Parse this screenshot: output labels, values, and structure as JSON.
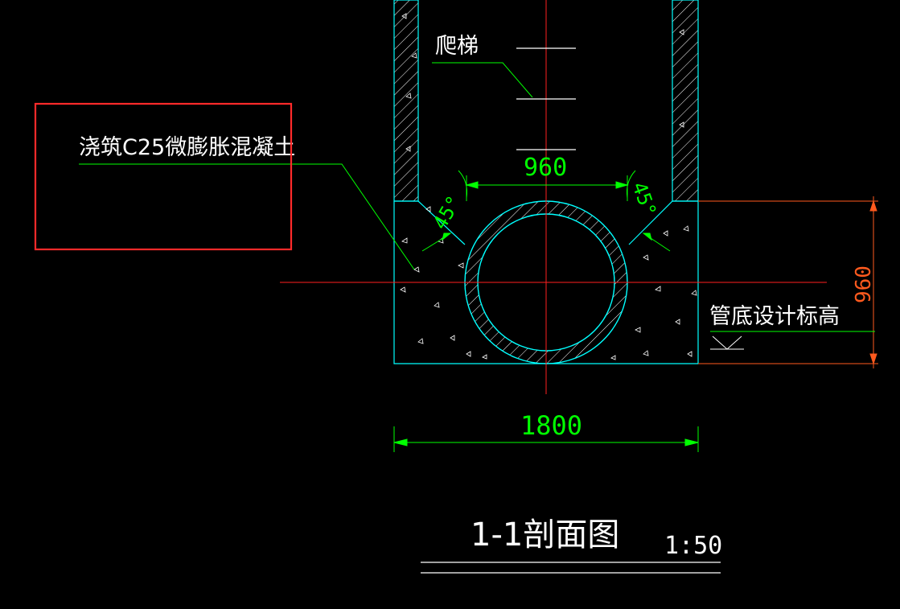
{
  "colors": {
    "background": "#000000",
    "wall": "#00ffff",
    "centerline": "#ff2020",
    "dimension": "#00ff00",
    "dimension_vertical": "#ff5a1e",
    "text": "#ffffff",
    "leader": "#00ff00",
    "highlight": "#ff2a2a",
    "hatch": "#ffffff"
  },
  "labels": {
    "ladder": "爬梯",
    "concrete": "浇筑C25微膨胀混凝土",
    "pipe_bottom": "管底设计标高"
  },
  "dimensions": {
    "inner_width": "960",
    "total_width": "1800",
    "height": "960",
    "angle_left": "45°",
    "angle_right": "45°"
  },
  "title": {
    "main": "1-1剖面图",
    "scale": "1:50"
  },
  "highlight_box": {
    "label": "浇筑C25微膨胀混凝土"
  }
}
